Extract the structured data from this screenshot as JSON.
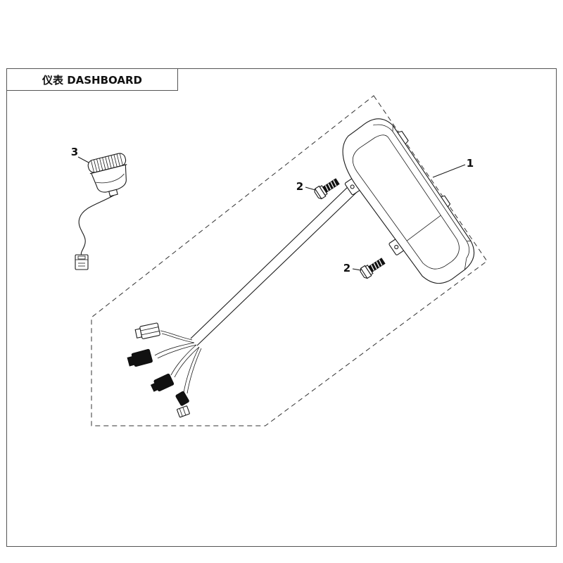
{
  "title": {
    "text": "仪表 DASHBOARD"
  },
  "callouts": {
    "part1": "1",
    "part2_upper": "2",
    "part2_lower": "2",
    "part3": "3"
  },
  "colors": {
    "line": "#1a1a1a",
    "background": "#ffffff"
  }
}
